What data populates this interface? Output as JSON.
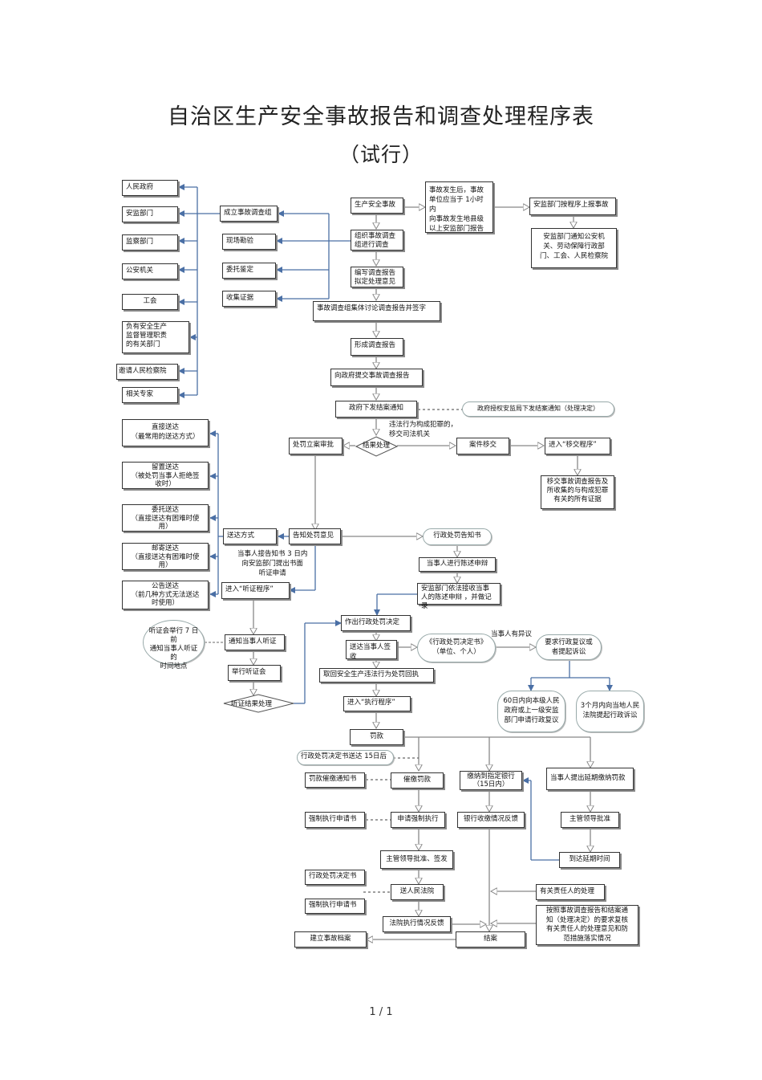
{
  "title": "自治区生产安全事故报告和调查处理程序表",
  "subtitle": "（试行）",
  "footer": "1 / 1",
  "nodes": {
    "renmin_zhengfu": "人民政府",
    "anjian_bumen": "安监部门",
    "jiancha_bumen": "监察部门",
    "gongan_jiguan": "公安机关",
    "gonghui": "工会",
    "fuyou_anquan": "负有安全生产\n监督管理职责\n的有关部门",
    "yaoqing_jianchayuan": "邀请人民检察院",
    "xiangguan_zhuanjia": "相关专家",
    "chengli_diaochazu": "成立事故调查组",
    "xianchang_kancha": "现场勘验",
    "weituo_jianding": "委托鉴定",
    "shouji_zhengju": "收集证据",
    "shengchan_anquan_shigu": "生产安全事故",
    "shigu_fasheng_hou": "事故发生后，事故\n单位应当于  1小时内\n向事故发生地县级\n以上安监部门报告",
    "anjian_shangbao": "安监部门按程序上报事故",
    "anjian_tongzhi": "安监部门通知公安机\n关、劳动保障行政部\n门、工会、人民检察院",
    "zuzhi_diaocha": "组织事故调查\n组进行调查",
    "bianxie_baogao": "编写调查报告\n拟定处理意见",
    "jiti_taolun": "事故调查组集体讨论调查报告并签字",
    "xingcheng_baogao": "形成调查报告",
    "tijiao_baogao": "向政府提交事故调查报告",
    "zhengfu_xiada": "政府下发结案通知",
    "zhengfu_shouquan": "政府授权安监局下发结案通知（处理决定）",
    "weifa_note": "违法行为构成犯罪的，\n移交司法机关",
    "jieguo_chuli": "结果处理",
    "chufa_lian": "处罚立案审批",
    "anjian_yijiao": "案件移交",
    "jinru_yijiao": "进入“移交程序”",
    "yijiao_cailiao": "移交事故调查报告及\n所收集的与构成犯罪\n有关的所有证据",
    "zhijie_songda": "直接送达\n（最常用的送达方式）",
    "liuzhi_songda": "留置送达\n（被处罚当事人拒绝签\n收时）",
    "weituo_songda": "委托送达\n（直接送达有困难时使\n用）",
    "youji_songda": "邮寄送达\n（直接送达有困难时使\n用）",
    "gonggao_songda": "公告送达\n（前几种方式无法送达\n时使用）",
    "songda_fangshi": "送达方式",
    "gaozhi_chufa": "告知处罚意见",
    "xingzheng_gaozhishu": "行政处罚告知书",
    "dangshiren_chenshu": "当事人进行陈述申辩",
    "tingzheng_note": "当事人接告知书    3 日内\n向安监部门提出书面\n听证申请",
    "anjian_jieshou": "安监部门依法接收当事\n人的陈述申辩    ，并做记录",
    "jinru_tingzheng": "进入“听证程序”",
    "tingzhenghui_note": "听证会举行    7 日前\n通知当事人听证的\n时间地点",
    "tongzhi_tingzheng": "通知当事人听证",
    "juxing_tingzheng": "举行听证会",
    "tingzheng_jieguo": "听证结果处理",
    "zuochu_jueding": "作出行政处罚决定",
    "songda_qianshou": "送达当事人签收",
    "jueding_shu": "《行政处罚决定书》\n（单位、个人）",
    "dangshiren_yiyi": "当事人有异议",
    "yaoqiu_fuyi": "要求行政复议或\n者提起诉讼",
    "liushi_ri": "60日内向本级人民\n政府或上一级安监\n部门申请行政复议",
    "san_ge_yue": "3个月内向当地人民\n法院提起行政诉讼",
    "quhui_zhixing": "取回安全生产违法行为处罚回执",
    "jinru_zhixing": "进入“执行程序”",
    "fakuan": "罚款",
    "juedingshu_songda": "行政处罚决定书送达        15日后",
    "fakuan_cuijiao": "罚款催缴通知书",
    "cuijiao_fakuan": "催缴罚款",
    "jiaona_yinhang": "缴纳到指定银行\n（15日内）",
    "yanqi_jiaona": "当事人提出延期缴纳罚款",
    "qiangzhi_shenqing": "强制执行申请书",
    "shenqing_qiangzhi": "申请强制执行",
    "yinhang_fankui": "银行收缴情况反馈",
    "zhuguan_pizhun": "主管领导批准",
    "zhuguan_qianfa": "主管领导批准、签发",
    "daoda_yanqi": "到达延期时间",
    "xingzheng_juedingshu": "行政处罚决定书",
    "songru_fayuan": "送人民法院",
    "qiangzhi_shenqing2": "强制执行申请书",
    "youguan_zeren": "有关责任人的处理",
    "fayuan_fankui": "法院执行情况反馈",
    "anzhao_note": "按照事故调查报告和结案通\n知（处理决定）的要求复核\n有关责任人的处理意见和防\n范措施落实情况",
    "jianli_dangan": "建立事故档案",
    "jiean": "结案"
  }
}
